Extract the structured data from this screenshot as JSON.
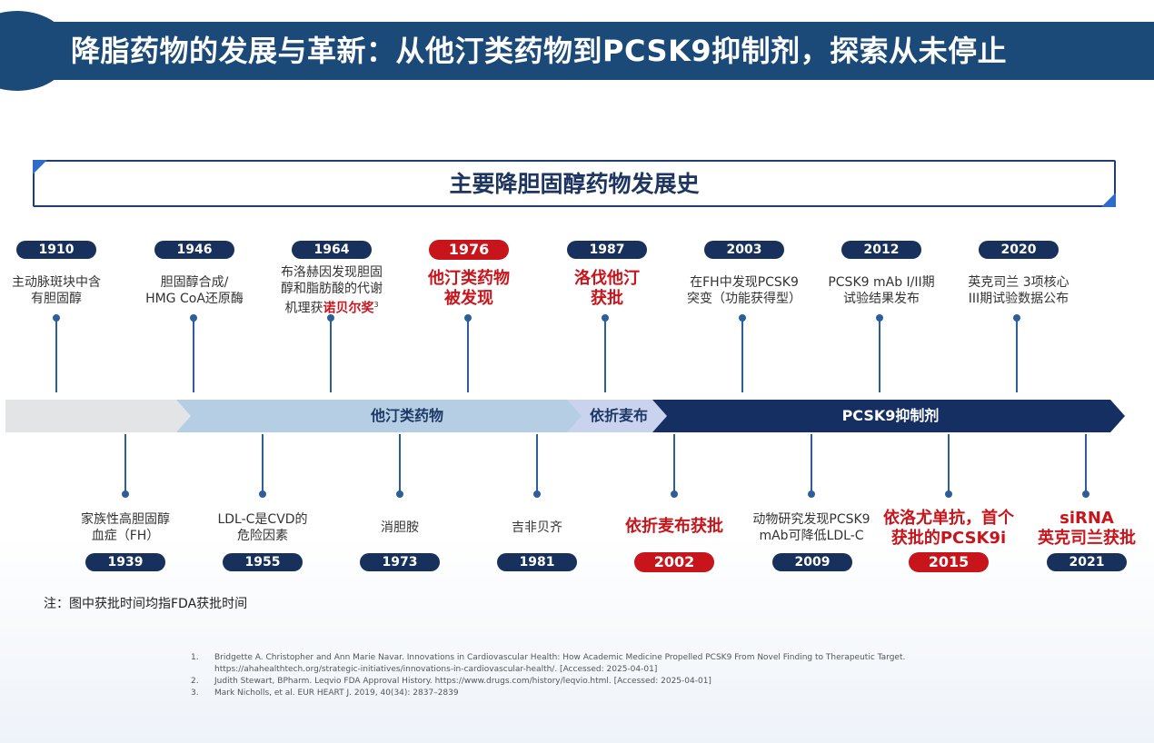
{
  "title": "降脂药物的发展与革新：从他汀类药物到PCSK9抑制剂，探索从未停止",
  "banner": "主要降胆固醇药物发展史",
  "segments": {
    "statins": "他汀类药物",
    "ezetimibe": "依折麦布",
    "pcsk9": "PCSK9抑制剂"
  },
  "colors": {
    "navy": "#17305c",
    "red": "#c8141b",
    "title_bg": "#1b4a78"
  },
  "top_events": [
    {
      "year": "1910",
      "lines": [
        "主动脉斑块中含",
        "有胆固醇"
      ]
    },
    {
      "year": "1946",
      "lines": [
        "胆固醇合成/",
        "HMG CoA还原酶"
      ]
    },
    {
      "year": "1964",
      "lines": [
        "布洛赫因发现胆固",
        "醇和脂肪酸的代谢"
      ],
      "line3_prefix": "机理获",
      "line3_highlight": "诺贝尔奖",
      "sup": "3"
    },
    {
      "year": "1976",
      "lines": [
        "他汀类药物",
        "被发现"
      ],
      "highlight": true
    },
    {
      "year": "1987",
      "lines": [
        "洛伐他汀",
        "获批"
      ],
      "highlight": true
    },
    {
      "year": "2003",
      "lines": [
        "在FH中发现PCSK9",
        "突变（功能获得型）"
      ]
    },
    {
      "year": "2012",
      "lines": [
        "PCSK9 mAb I/II期",
        "试验结果发布"
      ]
    },
    {
      "year": "2020",
      "lines": [
        "英克司兰 3项核心",
        "III期试验数据公布"
      ]
    }
  ],
  "bottom_events": [
    {
      "year": "1939",
      "lines": [
        "家族性高胆固醇",
        "血症（FH）"
      ]
    },
    {
      "year": "1955",
      "lines": [
        "LDL-C是CVD的",
        "危险因素"
      ]
    },
    {
      "year": "1973",
      "lines": [
        "消胆胺"
      ]
    },
    {
      "year": "1981",
      "lines": [
        "吉非贝齐"
      ]
    },
    {
      "year": "2002",
      "lines": [
        "依折麦布获批"
      ],
      "highlight": true
    },
    {
      "year": "2009",
      "lines": [
        "动物研究发现PCSK9",
        "mAb可降低LDL-C"
      ]
    },
    {
      "year": "2015",
      "lines": [
        "依洛尤单抗，首个",
        "获批的PCSK9i"
      ],
      "highlight": true
    },
    {
      "year": "2021",
      "lines": [
        "siRNA",
        "英克司兰获批"
      ],
      "highlight": true
    }
  ],
  "note": "注：图中获批时间均指FDA获批时间",
  "references": [
    {
      "num": "1.",
      "lines": [
        "Bridgette A. Christopher and Ann Marie Navar. Innovations in Cardiovascular Health: How Academic Medicine Propelled PCSK9 From Novel Finding to Therapeutic Target.",
        "https://ahahealthtech.org/strategic-initiatives/innovations-in-cardiovascular-health/.  [Accessed: 2025-04-01]"
      ]
    },
    {
      "num": "2.",
      "lines": [
        "  Judith Stewart, BPharm. Leqvio FDA Approval History. https://www.drugs.com/history/leqvio.html.  [Accessed: 2025-04-01]"
      ]
    },
    {
      "num": "3.",
      "lines": [
        "Mark Nicholls, et al. EUR HEART J. 2019, 40(34): 2837–2839"
      ]
    }
  ]
}
